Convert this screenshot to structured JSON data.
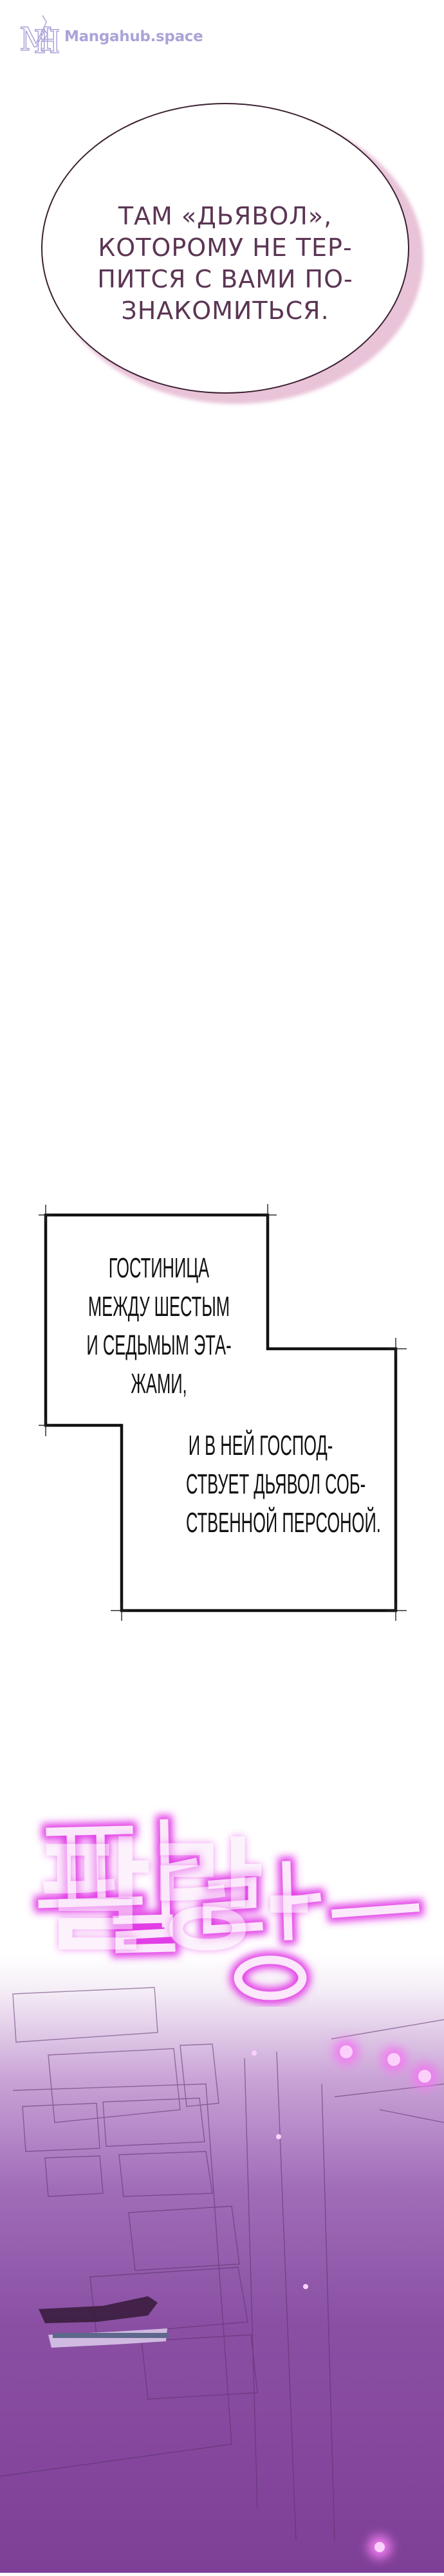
{
  "watermark": {
    "text": "Mangahub.space",
    "logo_letters": "MH",
    "color": "#aaa4d8"
  },
  "speech_bubble": {
    "lines": [
      "ТАМ «ДЬЯВОЛ»,",
      "КОТОРОМУ НЕ ТЕР-",
      "ПИТСЯ С ВАМИ ПО-",
      "ЗНАКОМИТЬСЯ."
    ],
    "text_color": "#5b3553"
  },
  "caption_box": {
    "block1": [
      "ГОСТИНИЦА",
      "МЕЖДУ ШЕСТЫМ",
      "И СЕДЬМЫМ ЭТА-",
      "ЖАМИ,"
    ],
    "block2": [
      "И В НЕЙ ГОСПОД-",
      "СТВУЕТ ДЬЯВОЛ СОБ-",
      "СТВЕННОЙ ПЕРСОНОЙ."
    ]
  },
  "sound_effect": {
    "text": "팔랑-",
    "glow_color": "#e23ee6"
  },
  "scene": {
    "accent": "#b04fd0",
    "light_color": "#f7a8f7"
  }
}
